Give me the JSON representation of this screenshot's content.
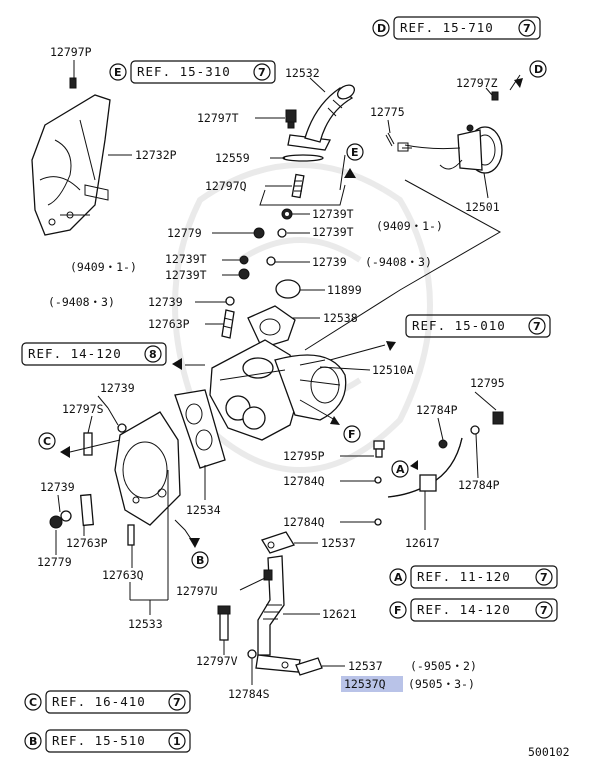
{
  "diagram": {
    "doc_number": "500102",
    "highlight_color": "#b9c3e8",
    "parts": [
      {
        "id": "p1",
        "text": "12797P"
      },
      {
        "id": "p2",
        "text": "12532"
      },
      {
        "id": "p3",
        "text": "12797T"
      },
      {
        "id": "p4",
        "text": "12797Z"
      },
      {
        "id": "p5",
        "text": "12775"
      },
      {
        "id": "p6",
        "text": "12732P"
      },
      {
        "id": "p7",
        "text": "12559"
      },
      {
        "id": "p8",
        "text": "12797Q"
      },
      {
        "id": "p9",
        "text": "12501"
      },
      {
        "id": "p10",
        "text": "12739T"
      },
      {
        "id": "p11",
        "text": "12779"
      },
      {
        "id": "p12",
        "text": "12739T"
      },
      {
        "id": "p13",
        "text": "(9409・1-)"
      },
      {
        "id": "p14",
        "text": "12739T"
      },
      {
        "id": "p15",
        "text": "(9409・1-)"
      },
      {
        "id": "p16",
        "text": "12739T"
      },
      {
        "id": "p17",
        "text": "12739"
      },
      {
        "id": "p18",
        "text": "(-9408・3)"
      },
      {
        "id": "p19",
        "text": "11899"
      },
      {
        "id": "p20",
        "text": "(-9408・3)"
      },
      {
        "id": "p21",
        "text": "12739"
      },
      {
        "id": "p22",
        "text": "12763P"
      },
      {
        "id": "p23",
        "text": "12538"
      },
      {
        "id": "p24",
        "text": "12510A"
      },
      {
        "id": "p25",
        "text": "12739"
      },
      {
        "id": "p26",
        "text": "12797S"
      },
      {
        "id": "p27",
        "text": "12795"
      },
      {
        "id": "p28",
        "text": "12784P"
      },
      {
        "id": "p29",
        "text": "12795P"
      },
      {
        "id": "p30",
        "text": "12784Q"
      },
      {
        "id": "p31",
        "text": "12784P"
      },
      {
        "id": "p32",
        "text": "12739"
      },
      {
        "id": "p33",
        "text": "12534"
      },
      {
        "id": "p34",
        "text": "12784Q"
      },
      {
        "id": "p35",
        "text": "12617"
      },
      {
        "id": "p36",
        "text": "12763P"
      },
      {
        "id": "p37",
        "text": "12779"
      },
      {
        "id": "p38",
        "text": "12537"
      },
      {
        "id": "p39",
        "text": "12763Q"
      },
      {
        "id": "p40",
        "text": "12797U"
      },
      {
        "id": "p41",
        "text": "12533"
      },
      {
        "id": "p42",
        "text": "12621"
      },
      {
        "id": "p43",
        "text": "12797V"
      },
      {
        "id": "p44",
        "text": "12537"
      },
      {
        "id": "p45",
        "text": "(-9505・2)"
      },
      {
        "id": "p46",
        "text": "12537Q"
      },
      {
        "id": "p47",
        "text": "(9505・3-)"
      },
      {
        "id": "p48",
        "text": "12784S"
      }
    ],
    "refs": [
      {
        "id": "r1",
        "marker": "D",
        "text": "REF. 15-710",
        "page": "7"
      },
      {
        "id": "r2",
        "marker": "E",
        "text": "REF. 15-310",
        "page": "7"
      },
      {
        "id": "r3",
        "marker": "",
        "text": "REF. 15-010",
        "page": "7"
      },
      {
        "id": "r4",
        "marker": "",
        "text": "REF. 14-120",
        "page": "8"
      },
      {
        "id": "r5",
        "marker": "A",
        "text": "REF. 11-120",
        "page": "7"
      },
      {
        "id": "r6",
        "marker": "F",
        "text": "REF. 14-120",
        "page": "7"
      },
      {
        "id": "r7",
        "marker": "C",
        "text": "REF. 16-410",
        "page": "7"
      },
      {
        "id": "r8",
        "marker": "B",
        "text": "REF. 15-510",
        "page": "1"
      }
    ],
    "arrow_markers": [
      {
        "id": "m1",
        "text": "D"
      },
      {
        "id": "m2",
        "text": "E"
      },
      {
        "id": "m3",
        "text": "C"
      },
      {
        "id": "m4",
        "text": "F"
      },
      {
        "id": "m5",
        "text": "A"
      },
      {
        "id": "m6",
        "text": "B"
      }
    ]
  }
}
